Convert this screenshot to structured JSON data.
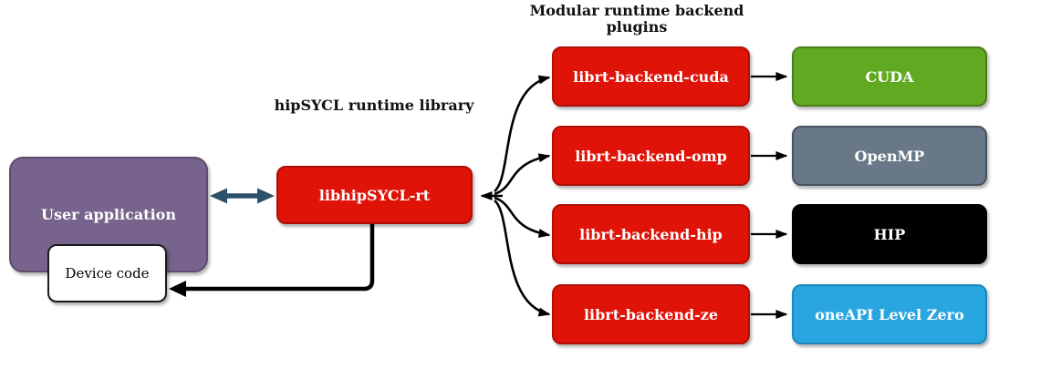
{
  "titles": {
    "runtime_library": "hipSYCL runtime library",
    "plugins": "Modular runtime backend\nplugins"
  },
  "nodes": {
    "user_application": {
      "label": "User application",
      "fill": "#77638B",
      "border": "#5C4D6E",
      "text_color": "#FFFFFF"
    },
    "device_code": {
      "label": "Device code",
      "fill": "#FFFFFF",
      "border": "#1A1A1A",
      "text_color": "#000000"
    },
    "libhipsycl_rt": {
      "label": "libhipSYCL-rt",
      "fill": "#E01309",
      "border": "#AF0F05",
      "text_color": "#FFFFFF"
    }
  },
  "backends": [
    {
      "label": "librt-backend-cuda",
      "fill": "#E01309",
      "border": "#AF0F05"
    },
    {
      "label": "librt-backend-omp",
      "fill": "#E01309",
      "border": "#AF0F05"
    },
    {
      "label": "librt-backend-hip",
      "fill": "#E01309",
      "border": "#AF0F05"
    },
    {
      "label": "librt-backend-ze",
      "fill": "#E01309",
      "border": "#AF0F05"
    }
  ],
  "runtimes": [
    {
      "label": "CUDA",
      "fill": "#62A922",
      "border": "#4C7D1B"
    },
    {
      "label": "OpenMP",
      "fill": "#687888",
      "border": "#49545F"
    },
    {
      "label": "HIP",
      "fill": "#000000",
      "border": "#000000"
    },
    {
      "label": "oneAPI Level Zero",
      "fill": "#29A5E0",
      "border": "#1D87BB"
    }
  ],
  "connectors": {
    "default_color": "#000000",
    "bidir_color": "#2D516B"
  }
}
